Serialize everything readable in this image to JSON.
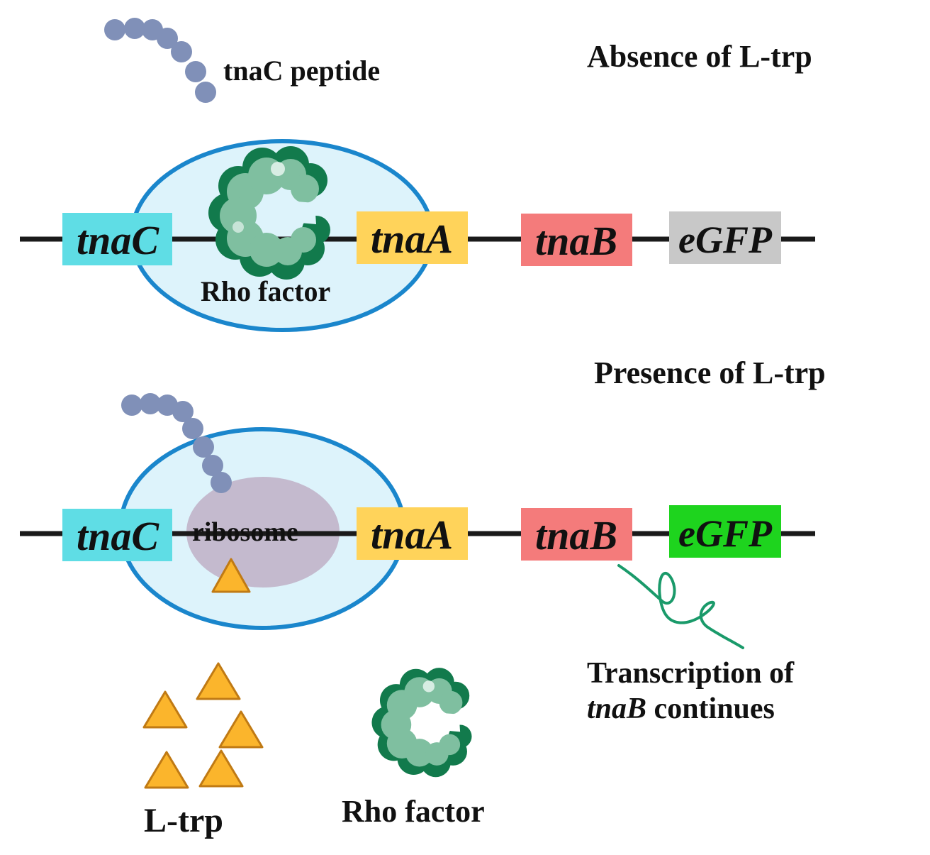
{
  "panels": {
    "absence": {
      "heading": "Absence of L-trp",
      "peptide_label": "tnaC peptide",
      "complex_label": "Rho factor",
      "genes": [
        "tnaC",
        "tnaA",
        "tnaB",
        "eGFP"
      ]
    },
    "presence": {
      "heading": "Presence of L-trp",
      "complex_label": "ribosome",
      "genes": [
        "tnaC",
        "tnaA",
        "tnaB",
        "eGFP"
      ],
      "transcription_note": {
        "line1": "Transcription of",
        "line2_gene": "tnaB",
        "line2_rest": " continues"
      },
      "free_ligand_label": "L-trp",
      "free_rho_label": "Rho factor"
    }
  },
  "colors": {
    "tnaC": "#5fdde5",
    "tnaA": "#ffd35a",
    "tnaB": "#f47b7b",
    "eGFP_off": "#c8c8c8",
    "eGFP_on": "#1ed41e",
    "ellipse_fill": "#ddf3fb",
    "ellipse_stroke": "#1a86cc",
    "peptide": "#8090b8",
    "ribosome": "#c4bace",
    "rho_light": "#7fbfa0",
    "rho_dark": "#127a4c",
    "ltrp": "#fbb52c",
    "mrna": "#1a9a6a"
  }
}
